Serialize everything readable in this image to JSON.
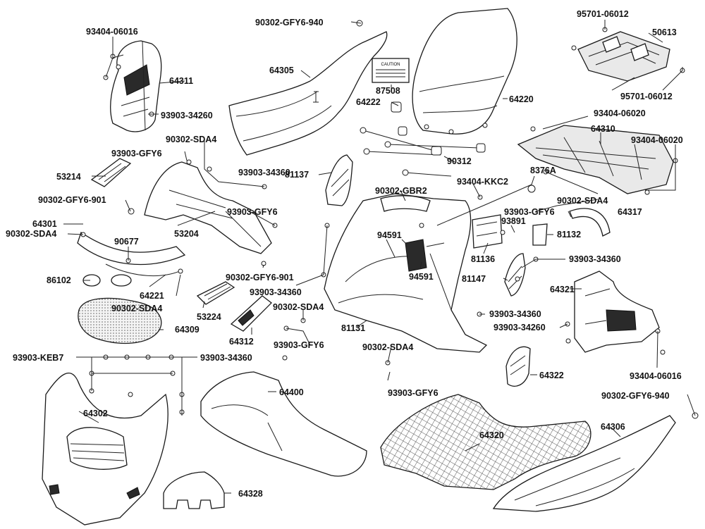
{
  "labels": {
    "p93404_06016_a": "93404-06016",
    "p64311": "64311",
    "p93903_34260_a": "93903-34260",
    "p90302_gfy6_940_a": "90302-GFY6-940",
    "p64305": "64305",
    "p87508": "87508",
    "p64222": "64222",
    "p64220": "64220",
    "p95701_06012_a": "95701-06012",
    "p50613": "50613",
    "p95701_06012_b": "95701-06012",
    "p93404_06020_a": "93404-06020",
    "p64310": "64310",
    "p93404_06020_b": "93404-06020",
    "p90302_sda4_a": "90302-SDA4",
    "p93903_gfy6_a": "93903-GFY6",
    "p53214": "53214",
    "p93903_34360_a": "93903-34360",
    "p90302_gfy6_901_a": "90302-GFY6-901",
    "p64301": "64301",
    "p90302_sda4_b": "90302-SDA4",
    "p53204": "53204",
    "p93903_gfy6_b": "93903-GFY6",
    "p90677": "90677",
    "p86102": "86102",
    "p64221": "64221",
    "p90302_sda4_c": "90302-SDA4",
    "p90302_gfy6_901_b": "90302-GFY6-901",
    "p93903_34360_b": "93903-34360",
    "p53224": "53224",
    "p64309": "64309",
    "p64312": "64312",
    "p90302_sda4_d": "90302-SDA4",
    "p93903_gfy6_c": "93903-GFY6",
    "p81137": "81137",
    "p90312": "90312",
    "p90302_gbr2": "90302-GBR2",
    "p93404_kkc2": "93404-KKC2",
    "p8376a": "8376A",
    "p90302_sda4_e": "90302-SDA4",
    "p93903_gfy6_d": "93903-GFY6",
    "p64317": "64317",
    "p93891": "93891",
    "p81132": "81132",
    "p94591_a": "94591",
    "p94591_b": "94591",
    "p81136": "81136",
    "p81147": "81147",
    "p93903_34360_c": "93903-34360",
    "p64321": "64321",
    "p93903_34360_d": "93903-34360",
    "p93903_34260_b": "93903-34260",
    "p81131": "81131",
    "p90302_sda4_f": "90302-SDA4",
    "p93903_gfy6_e": "93903-GFY6",
    "p93404_06016_b": "93404-06016",
    "p64322": "64322",
    "p90302_gfy6_940_b": "90302-GFY6-940",
    "p93903_keb7": "93903-KEB7",
    "p93903_34360_e": "93903-34360",
    "p64400": "64400",
    "p64302": "64302",
    "p64320": "64320",
    "p64306": "64306",
    "p64328": "64328"
  },
  "sticker_text": "CAUTION"
}
